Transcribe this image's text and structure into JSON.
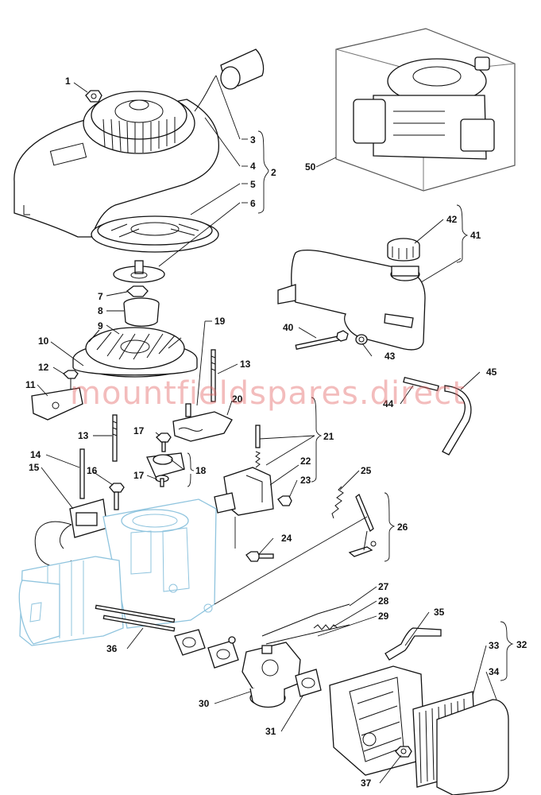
{
  "diagram": {
    "title": "Engine exploded parts diagram",
    "watermark": "mountfieldspares.direct",
    "colors": {
      "line": "#111111",
      "engine_block_ghost": "#8fc4de",
      "watermark": "#e26060"
    },
    "part_labels": [
      "1",
      "2",
      "3",
      "4",
      "5",
      "6",
      "7",
      "8",
      "9",
      "10",
      "11",
      "12",
      "13",
      "13",
      "14",
      "15",
      "16",
      "17",
      "17",
      "18",
      "19",
      "20",
      "21",
      "22",
      "23",
      "24",
      "25",
      "26",
      "27",
      "28",
      "29",
      "30",
      "31",
      "32",
      "33",
      "34",
      "35",
      "36",
      "37",
      "40",
      "41",
      "42",
      "43",
      "44",
      "45",
      "50"
    ]
  }
}
